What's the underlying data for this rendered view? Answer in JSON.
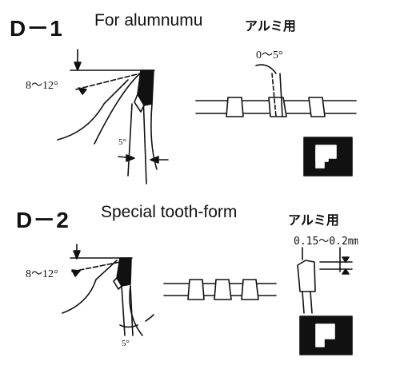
{
  "section1": {
    "code": "D－1",
    "title": "For alumnumu",
    "jp_label": "アルミ用",
    "rake_angle": "8～12°",
    "clearance_angle": "5°",
    "side_angle": "0～5°"
  },
  "section2": {
    "code": "D－2",
    "title": "Special tooth-form",
    "jp_label": "アルミ用",
    "rake_angle": "8～12°",
    "clearance_angle": "5°",
    "chamfer": "0.15～0.2㎜"
  }
}
